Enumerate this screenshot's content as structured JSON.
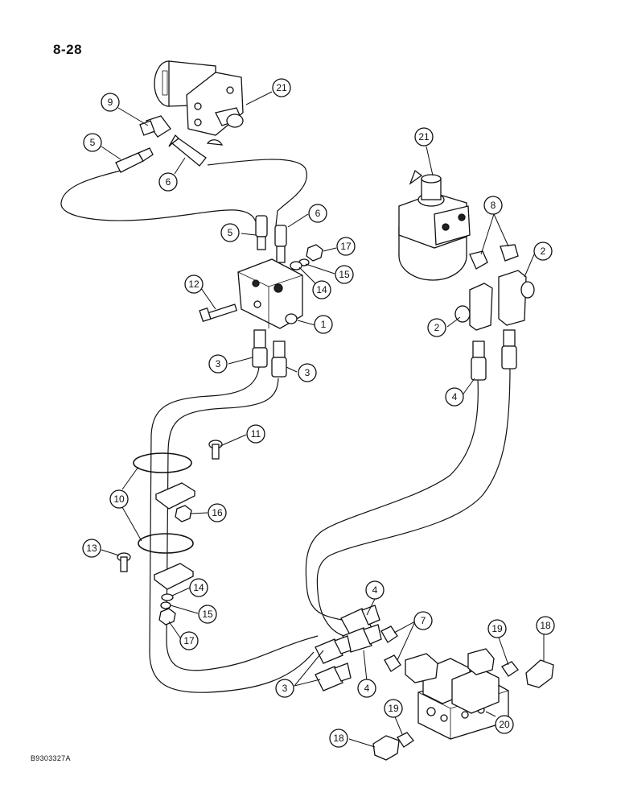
{
  "header": {
    "page_number": "8-28"
  },
  "footer": {
    "drawing_code": "B9303327A"
  },
  "callouts": [
    {
      "id": "c21a",
      "label": "21"
    },
    {
      "id": "c9",
      "label": "9"
    },
    {
      "id": "c5a",
      "label": "5"
    },
    {
      "id": "c6a",
      "label": "6"
    },
    {
      "id": "c21b",
      "label": "21"
    },
    {
      "id": "c8",
      "label": "8"
    },
    {
      "id": "c2a",
      "label": "2"
    },
    {
      "id": "c5b",
      "label": "5"
    },
    {
      "id": "c6b",
      "label": "6"
    },
    {
      "id": "c17a",
      "label": "17"
    },
    {
      "id": "c15a",
      "label": "15"
    },
    {
      "id": "c14a",
      "label": "14"
    },
    {
      "id": "c12",
      "label": "12"
    },
    {
      "id": "c1",
      "label": "1"
    },
    {
      "id": "c2b",
      "label": "2"
    },
    {
      "id": "c3a",
      "label": "3"
    },
    {
      "id": "c3b",
      "label": "3"
    },
    {
      "id": "c4a",
      "label": "4"
    },
    {
      "id": "c11",
      "label": "11"
    },
    {
      "id": "c10",
      "label": "10"
    },
    {
      "id": "c16",
      "label": "16"
    },
    {
      "id": "c13",
      "label": "13"
    },
    {
      "id": "c14b",
      "label": "14"
    },
    {
      "id": "c15b",
      "label": "15"
    },
    {
      "id": "c17b",
      "label": "17"
    },
    {
      "id": "c4b",
      "label": "4"
    },
    {
      "id": "c7",
      "label": "7"
    },
    {
      "id": "c19a",
      "label": "19"
    },
    {
      "id": "c18a",
      "label": "18"
    },
    {
      "id": "c3c",
      "label": "3"
    },
    {
      "id": "c4c",
      "label": "4"
    },
    {
      "id": "c19b",
      "label": "19"
    },
    {
      "id": "c18b",
      "label": "18"
    },
    {
      "id": "c20",
      "label": "20"
    }
  ]
}
